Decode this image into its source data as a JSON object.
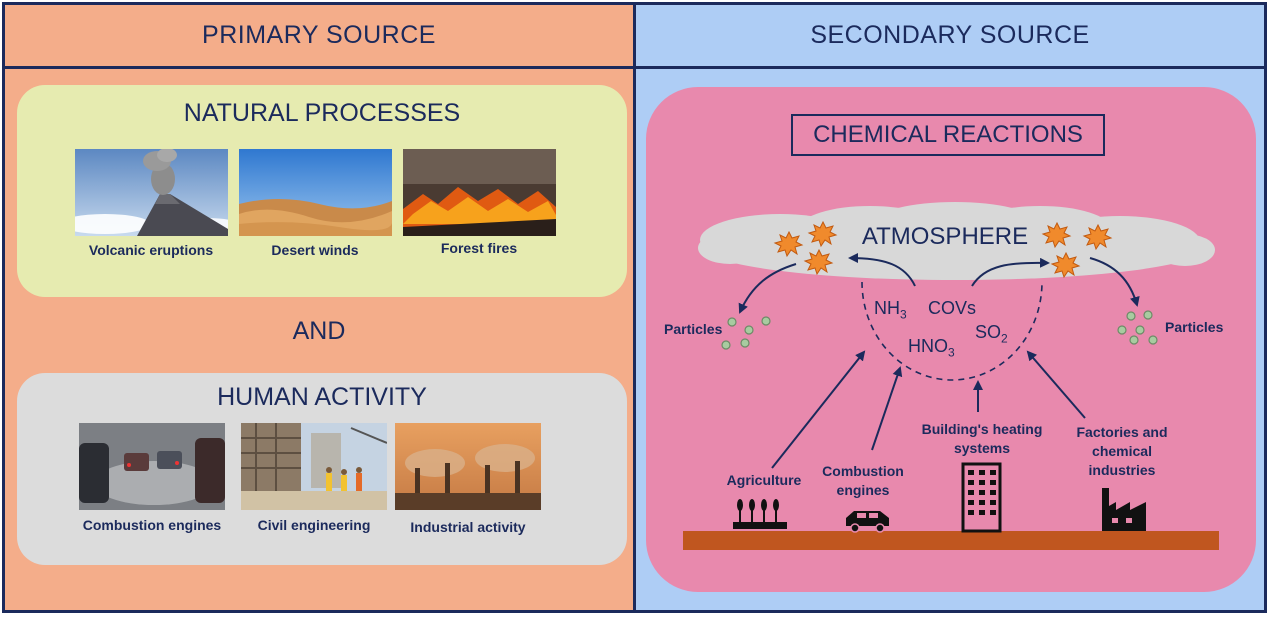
{
  "primary": {
    "header": "PRIMARY SOURCE",
    "natural": {
      "title": "NATURAL PROCESSES",
      "items": [
        "Volcanic eruptions",
        "Desert winds",
        "Forest fires"
      ]
    },
    "and_label": "AND",
    "human": {
      "title": "HUMAN ACTIVITY",
      "items": [
        "Combustion engines",
        "Civil engineering",
        "Industrial activity"
      ]
    }
  },
  "secondary": {
    "header": "SECONDARY SOURCE",
    "reactions_title": "CHEMICAL REACTIONS",
    "atmosphere": "ATMOSPHERE",
    "particles_left": "Particles",
    "particles_right": "Particles",
    "gases": {
      "nh3": {
        "base": "NH",
        "sub": "3"
      },
      "covs": "COVs",
      "hno3": {
        "base": "HNO",
        "sub": "3"
      },
      "so2": {
        "base": "SO",
        "sub": "2"
      }
    },
    "sources": {
      "agriculture": "Agriculture",
      "combustion": "Combustion engines",
      "heating": "Building's heating systems",
      "factories": "Factories and chemical industries"
    }
  },
  "colors": {
    "primary_bg": "#f4ad8a",
    "secondary_bg": "#aecdf5",
    "natural_box": "#e6ebb0",
    "human_box": "#dcdcdc",
    "reaction_box": "#e889ad",
    "ground": "#c0561f",
    "border": "#1b2a5c"
  }
}
